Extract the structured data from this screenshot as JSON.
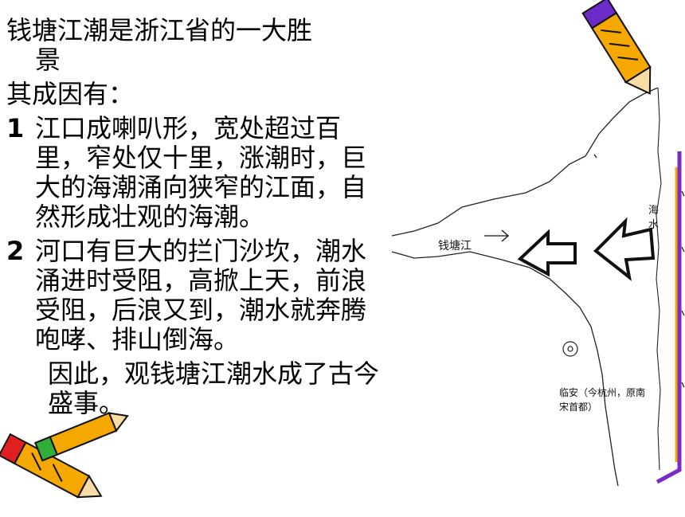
{
  "slide": {
    "title_line1": "钱塘江潮是浙江省的一大胜",
    "title_line2": "景",
    "causes_heading": "其成因有：",
    "point1_number": "1",
    "point1_text": "江口成喇叭形，宽处超过百里，窄处仅十里，涨潮时，巨大的海潮涌向狭窄的江面，自然形成壮观的海潮。",
    "point2_number": "2",
    "point2_text": "河口有巨大的拦门沙坎，潮水涌进时受阻，高掀上天，前浪受阻，后浪又到，潮水就奔腾咆哮、排山倒海。",
    "closing_text": "因此，观钱塘江潮水成了古今盛事。"
  },
  "map": {
    "river_label": "钱塘江",
    "sea_label": "海水",
    "city_label": "临安（今杭州，原南宋首都）",
    "icons": [
      "river-arrow-icon",
      "tide-arrow-icon",
      "city-marker-icon"
    ]
  },
  "decorations": {
    "icons": [
      "pencil-icon",
      "crossed-pencils-icon"
    ],
    "pencil_color": "#f5a800",
    "purple_color": "#7a2cc8"
  }
}
